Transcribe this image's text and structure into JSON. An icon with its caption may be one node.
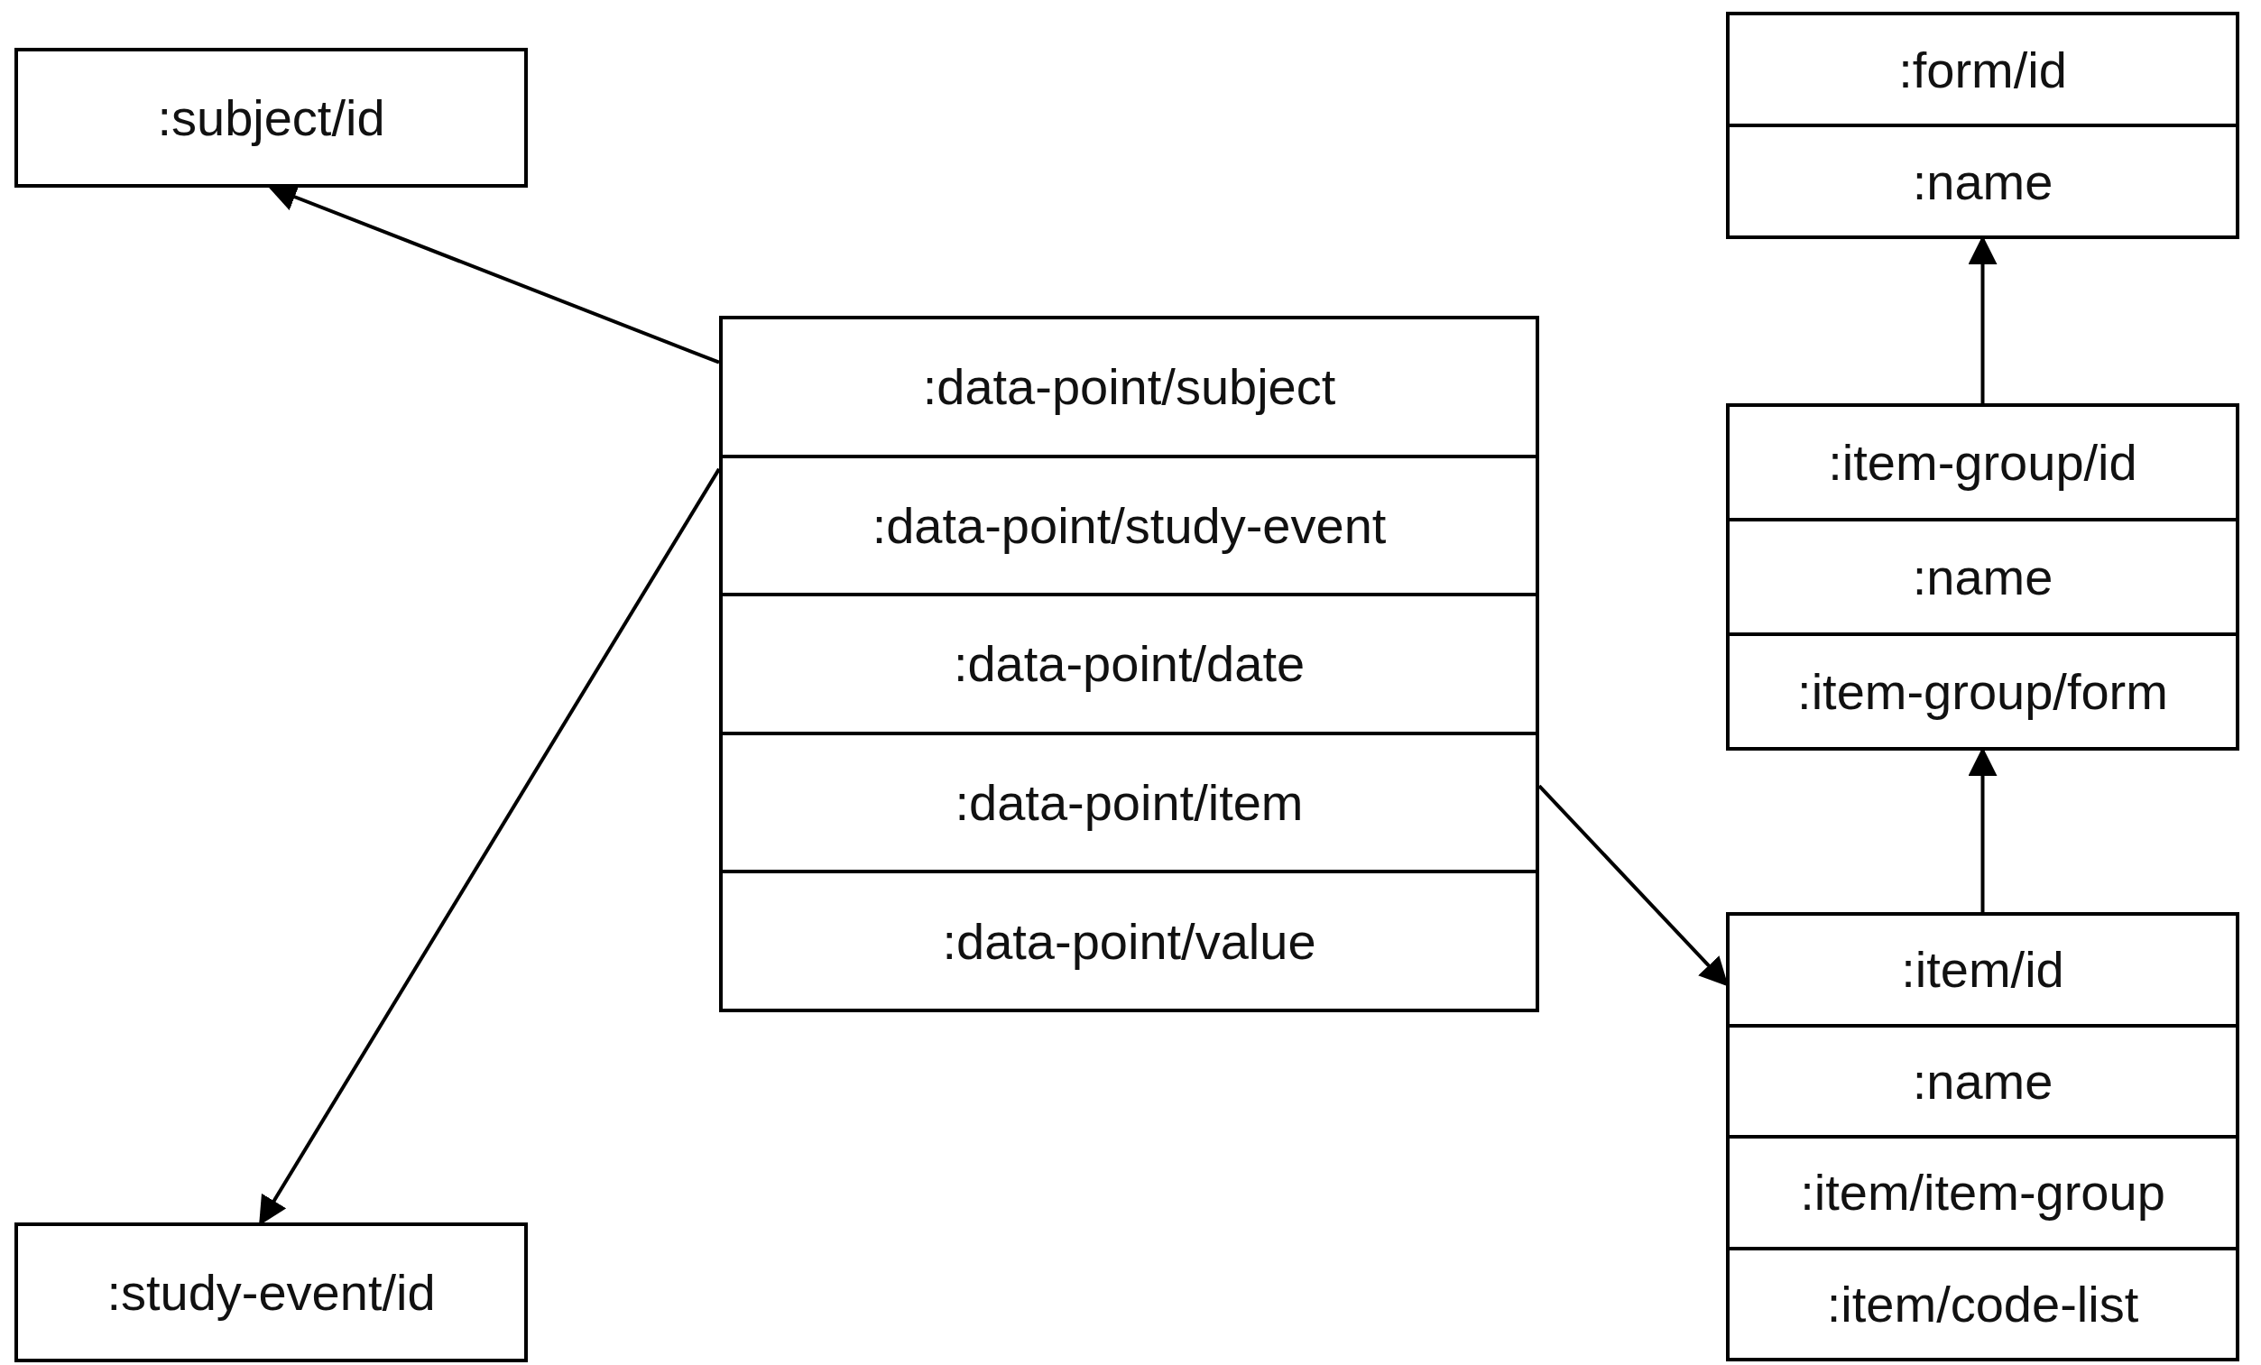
{
  "diagram": {
    "nodes": [
      {
        "text": [
          ":subject/id"
        ]
      },
      {
        "text": [
          ":data-point/subject",
          ":data-point/study-event",
          ":data-point/date",
          ":data-point/item",
          ":data-point/value"
        ]
      },
      {
        "text": [
          ":study-event/id"
        ]
      },
      {
        "text": [
          ":form/id",
          ":name"
        ]
      },
      {
        "text": [
          ":item-group/id",
          ":name",
          ":item-group/form"
        ]
      },
      {
        "text": [
          ":item/id",
          ":name",
          ":item/item-group",
          ":item/code-list"
        ]
      }
    ],
    "edges": [
      {
        "from": 1,
        "to": 0,
        "arrow": "to"
      },
      {
        "from": 1,
        "to": 2,
        "arrow": "to"
      },
      {
        "from": 1,
        "to": 5,
        "arrow": "to"
      },
      {
        "from": 5,
        "to": 4,
        "arrow": "to"
      },
      {
        "from": 4,
        "to": 3,
        "arrow": "to"
      }
    ]
  }
}
